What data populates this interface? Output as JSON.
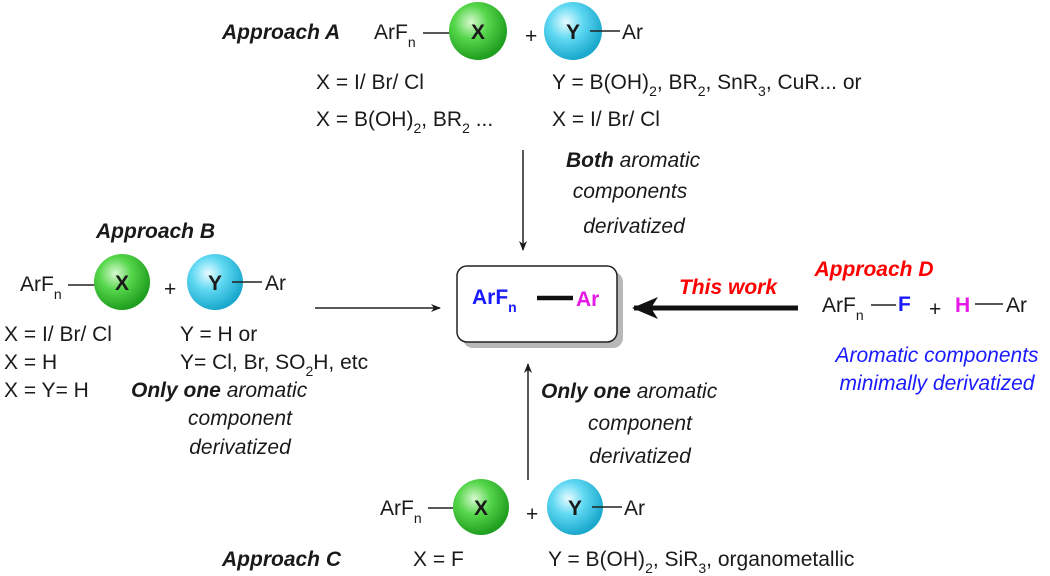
{
  "approachA": {
    "title": "Approach A",
    "reagent_left": "ArF",
    "reagent_left_sub": "n",
    "x_label": "X",
    "plus": "+",
    "y_label": "Y",
    "ar": "Ar",
    "cond1_left": "X = I/ Br/ Cl",
    "cond2_left_a": "X = B(OH)",
    "cond2_left_sub": "2",
    "cond2_left_b": ", BR",
    "cond2_left_sub2": "2",
    "cond2_left_c": " ...",
    "cond1_right_a": "Y = B(OH)",
    "cond1_right_sub": "2",
    "cond1_right_b": ", BR",
    "cond1_right_sub2": "2",
    "cond1_right_c": ", SnR",
    "cond1_right_sub3": "3",
    "cond1_right_d": ", CuR... or",
    "cond2_right": "X = I/ Br/ Cl",
    "note_bold": "Both",
    "note_rest1": " aromatic",
    "note_line2": "components",
    "note_line3": "derivatized"
  },
  "approachB": {
    "title": "Approach B",
    "reagent_left": "ArF",
    "reagent_left_sub": "n",
    "x_label": "X",
    "plus": "+",
    "y_label": "Y",
    "ar": "Ar",
    "c1_left": "X =  I/ Br/ Cl",
    "c2_left": "X = H",
    "c3_left": "X = Y= H",
    "c1_right": "Y = H or",
    "c2_right_a": "Y= Cl, Br, SO",
    "c2_right_sub": "2",
    "c2_right_b": "H, etc",
    "note_bold": "Only one",
    "note_rest1": " aromatic",
    "note_line2": "component",
    "note_line3": "derivatized"
  },
  "approachC": {
    "title": "Approach C",
    "reagent_left": "ArF",
    "reagent_left_sub": "n",
    "x_label": "X",
    "plus": "+",
    "y_label": "Y",
    "ar": "Ar",
    "cond_left": "X = F",
    "cond_right_a": "Y = B(OH)",
    "cond_right_sub": "2",
    "cond_right_b": ", SiR",
    "cond_right_sub2": "3",
    "cond_right_c": ", organometallic",
    "note_bold": "Only one",
    "note_rest1": " aromatic",
    "note_line2": "component",
    "note_line3": "derivatized"
  },
  "approachD": {
    "title": "Approach D",
    "this_work": "This work",
    "reagent_left": "ArF",
    "reagent_left_sub": "n",
    "f_label": "F",
    "plus": "+",
    "h_label": "H",
    "ar": "Ar",
    "note_line1": "Aromatic components",
    "note_line2": "minimally derivatized"
  },
  "product": {
    "left": "ArF",
    "left_sub": "n",
    "right": "Ar"
  },
  "colors": {
    "green_circle": "#33cc33",
    "cyan_circle": "#33ccee",
    "blue_text": "#1a1aff",
    "magenta_text": "#e619e6",
    "red_text": "#ff0000"
  }
}
